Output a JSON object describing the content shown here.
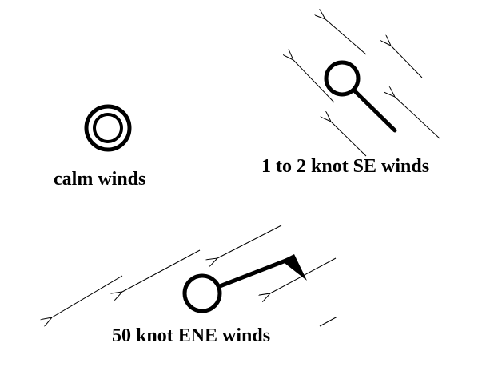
{
  "labels": {
    "calm": "calm winds",
    "light": "1 to 2 knot SE winds",
    "strong": "50 knot ENE winds"
  },
  "colors": {
    "ink": "#000000",
    "background": "#ffffff"
  }
}
